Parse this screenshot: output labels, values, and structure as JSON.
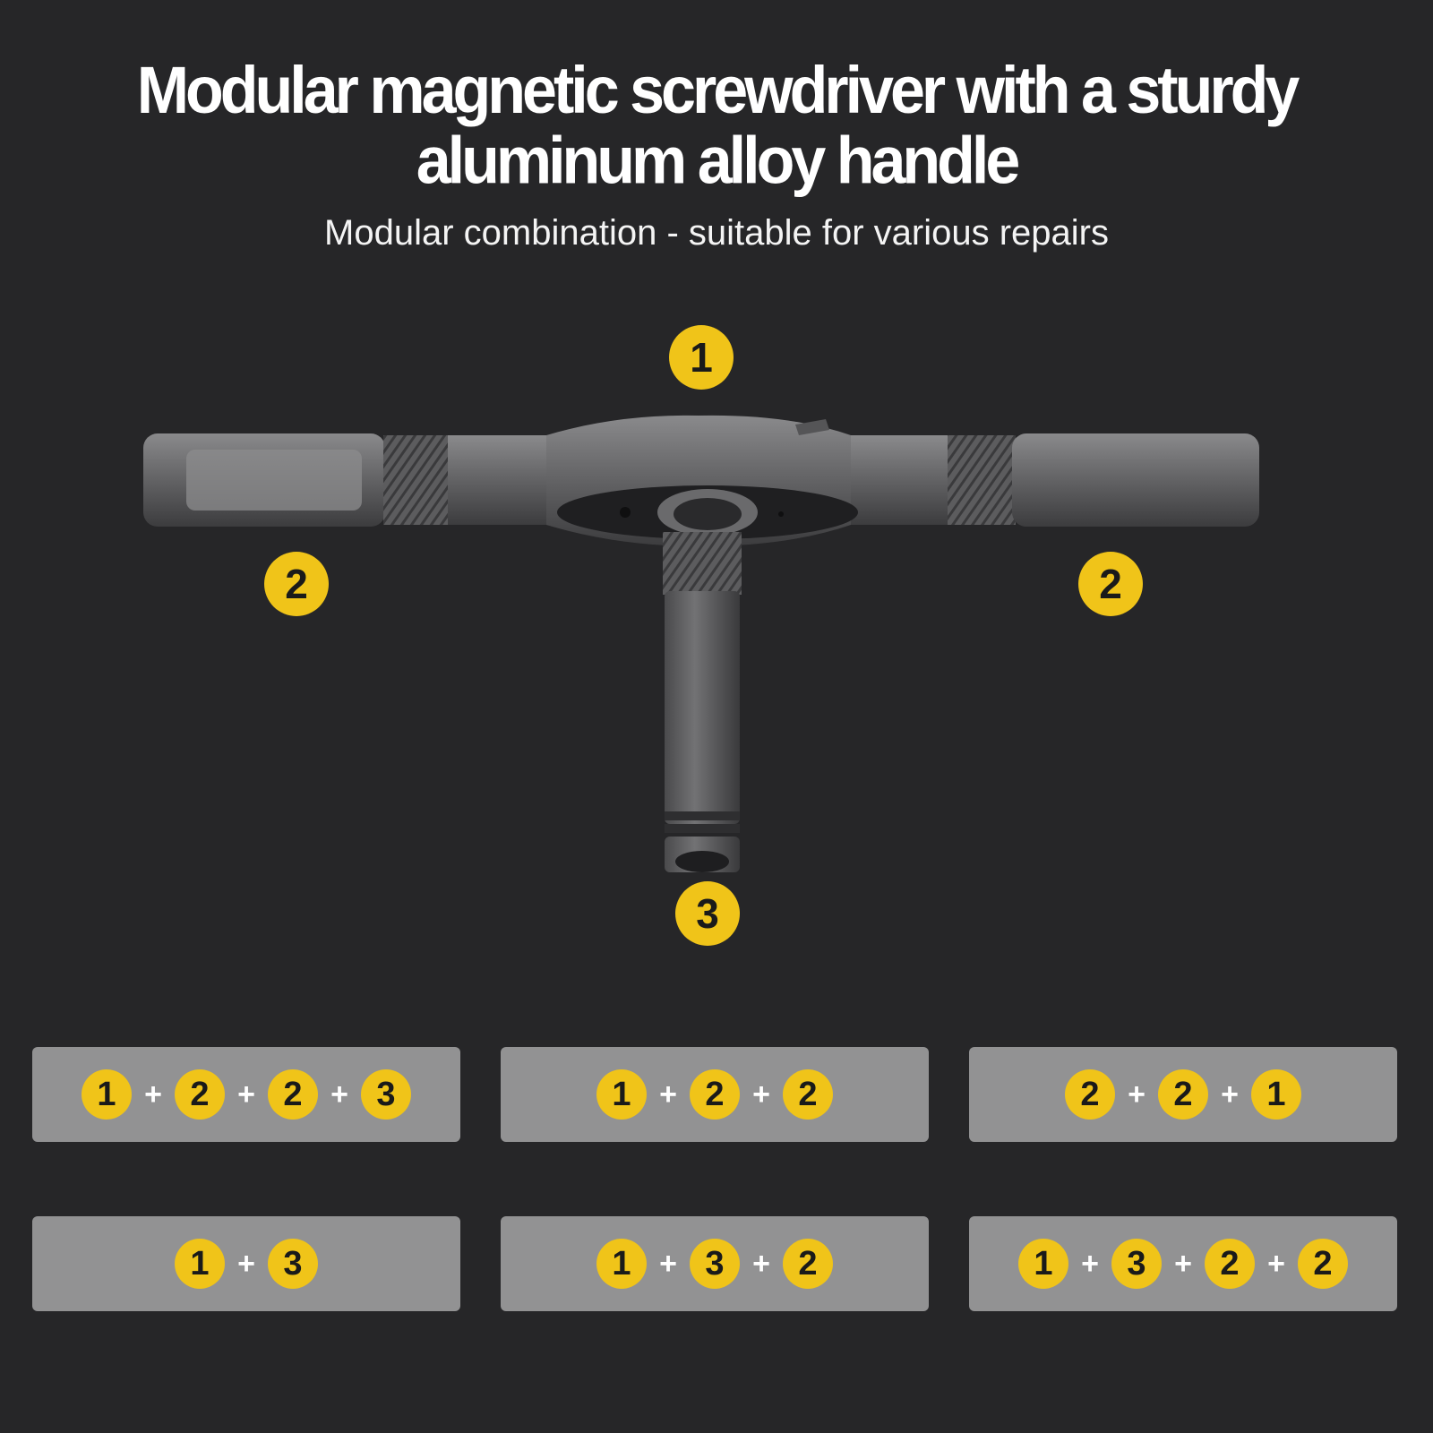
{
  "header": {
    "title_line1": "Modular magnetic screwdriver with a sturdy",
    "title_line2": "aluminum alloy handle",
    "subtitle": "Modular combination - suitable for various repairs"
  },
  "callouts": {
    "top": "1",
    "left": "2",
    "right": "2",
    "bottom": "3"
  },
  "colors": {
    "background": "#262628",
    "badge": "#f0c419",
    "panel": "#929293"
  },
  "combinations": [
    [
      "1",
      "2",
      "2",
      "3"
    ],
    [
      "1",
      "2",
      "2"
    ],
    [
      "2",
      "2",
      "1"
    ],
    [
      "1",
      "3"
    ],
    [
      "1",
      "3",
      "2"
    ],
    [
      "1",
      "3",
      "2",
      "2"
    ]
  ],
  "plus_symbol": "+"
}
